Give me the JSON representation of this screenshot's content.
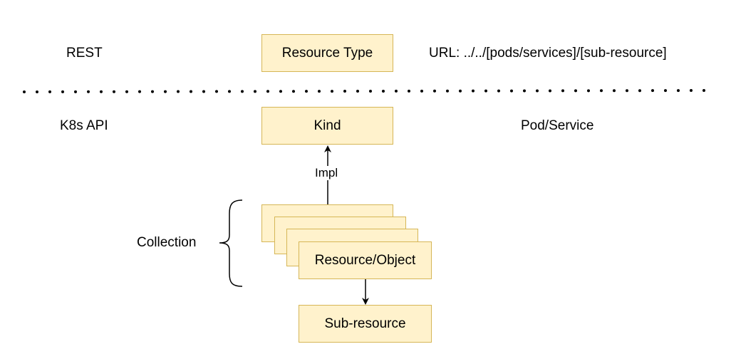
{
  "rows": {
    "rest": {
      "left_label": "REST",
      "box_label": "Resource Type",
      "right_label": "URL: ../../[pods/services]/[sub-resource]"
    },
    "k8s": {
      "left_label": "K8s API",
      "box_label": "Kind",
      "right_label": "Pod/Service"
    }
  },
  "collection": {
    "label": "Collection",
    "front_label": "Resource/Object",
    "stack_depth": 4
  },
  "impl_label": "Impl",
  "sub_resource_label": "Sub-resource",
  "colors": {
    "box_fill": "#fff2cc",
    "box_border": "#d6b656",
    "line": "#000000"
  }
}
